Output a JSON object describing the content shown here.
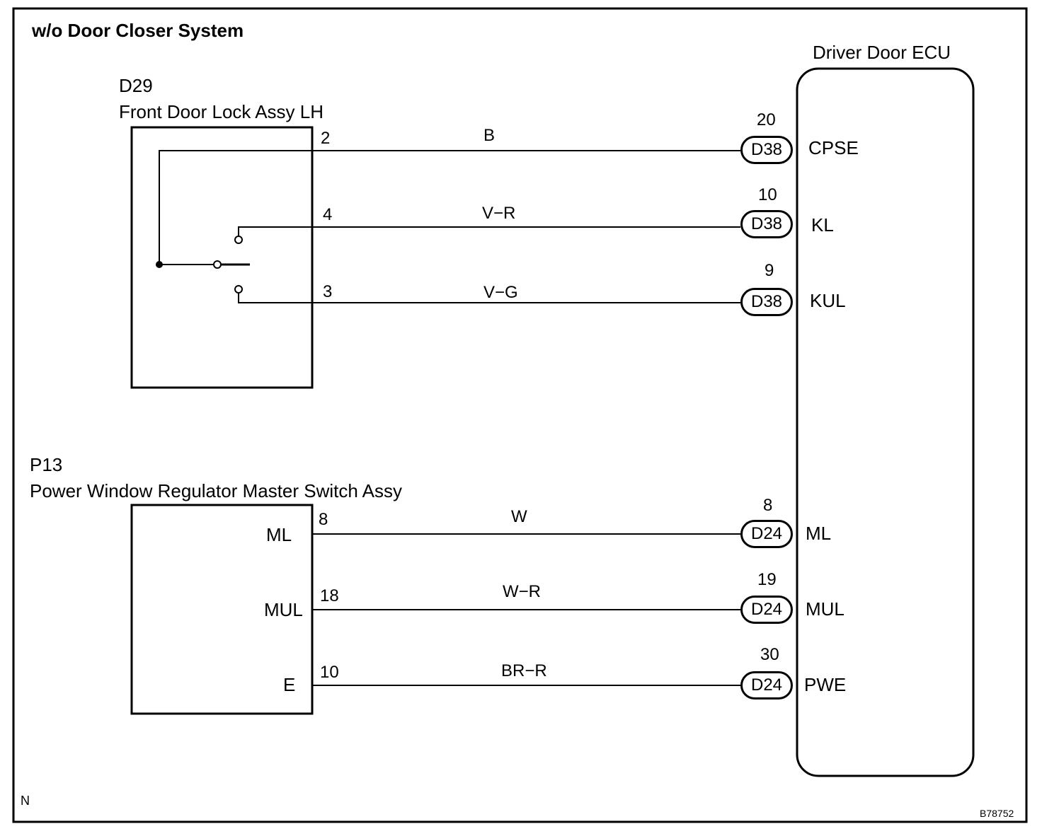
{
  "title": "w/o Door Closer System",
  "footer_left": "N",
  "figure_id": "B78752",
  "ecu": {
    "name": "Driver Door ECU"
  },
  "lock_assy": {
    "code": "D29",
    "name": "Front Door Lock Assy LH",
    "wires": [
      {
        "pin": "2",
        "color": "B",
        "ecu_pin": "20",
        "connector": "D38",
        "ecu_terminal": "CPSE"
      },
      {
        "pin": "4",
        "color": "V−R",
        "ecu_pin": "10",
        "connector": "D38",
        "ecu_terminal": "KL"
      },
      {
        "pin": "3",
        "color": "V−G",
        "ecu_pin": "9",
        "connector": "D38",
        "ecu_terminal": "KUL"
      }
    ]
  },
  "master_switch": {
    "code": "P13",
    "name": "Power Window Regulator Master Switch Assy",
    "wires": [
      {
        "terminal": "ML",
        "pin": "8",
        "color": "W",
        "ecu_pin": "8",
        "connector": "D24",
        "ecu_terminal": "ML"
      },
      {
        "terminal": "MUL",
        "pin": "18",
        "color": "W−R",
        "ecu_pin": "19",
        "connector": "D24",
        "ecu_terminal": "MUL"
      },
      {
        "terminal": "E",
        "pin": "10",
        "color": "BR−R",
        "ecu_pin": "30",
        "connector": "D24",
        "ecu_terminal": "PWE"
      }
    ]
  }
}
